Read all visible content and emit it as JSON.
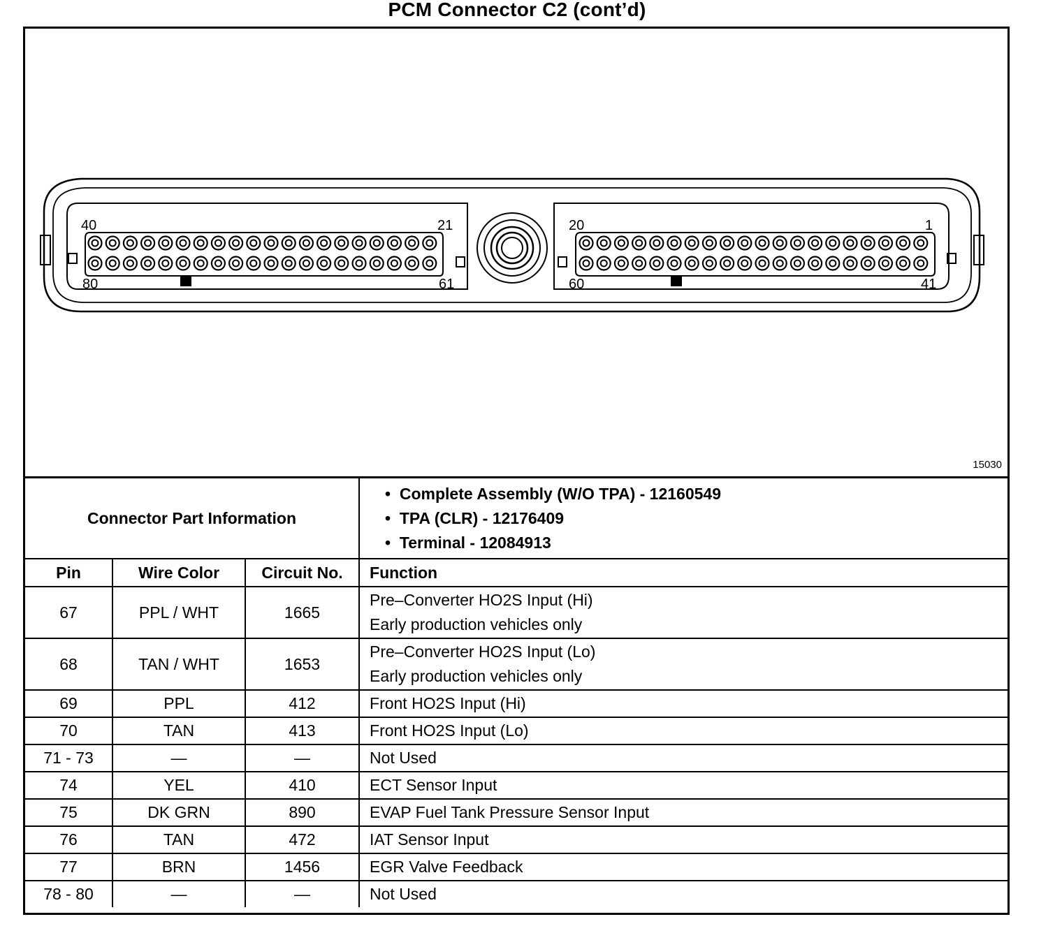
{
  "title": "PCM Connector C2  (cont’d)",
  "figure_number": "15030",
  "connector_labels": {
    "left_top_left": "40",
    "left_top_right": "21",
    "left_bottom_left": "80",
    "left_bottom_right": "61",
    "right_top_left": "20",
    "right_top_right": "1",
    "right_bottom_left": "60",
    "right_bottom_right": "41"
  },
  "part_info": {
    "label": "Connector Part Information",
    "items": [
      "Complete Assembly (W/O TPA) - 12160549",
      "TPA (CLR) - 12176409",
      "Terminal - 12084913"
    ]
  },
  "table": {
    "headers": [
      "Pin",
      "Wire Color",
      "Circuit No.",
      "Function"
    ],
    "rows": [
      {
        "pin": "67",
        "color": "PPL / WHT",
        "circuit": "1665",
        "function": [
          "Pre–Converter HO2S Input (Hi)",
          "Early production vehicles only"
        ]
      },
      {
        "pin": "68",
        "color": "TAN / WHT",
        "circuit": "1653",
        "function": [
          "Pre–Converter HO2S Input (Lo)",
          "Early production vehicles only"
        ]
      },
      {
        "pin": "69",
        "color": "PPL",
        "circuit": "412",
        "function": [
          "Front HO2S Input (Hi)"
        ]
      },
      {
        "pin": "70",
        "color": "TAN",
        "circuit": "413",
        "function": [
          "Front HO2S Input (Lo)"
        ]
      },
      {
        "pin": "71 - 73",
        "color": "—",
        "circuit": "—",
        "function": [
          "Not Used"
        ]
      },
      {
        "pin": "74",
        "color": "YEL",
        "circuit": "410",
        "function": [
          "ECT Sensor Input"
        ]
      },
      {
        "pin": "75",
        "color": "DK GRN",
        "circuit": "890",
        "function": [
          "EVAP Fuel Tank Pressure Sensor Input"
        ]
      },
      {
        "pin": "76",
        "color": "TAN",
        "circuit": "472",
        "function": [
          "IAT Sensor Input"
        ]
      },
      {
        "pin": "77",
        "color": "BRN",
        "circuit": "1456",
        "function": [
          "EGR Valve Feedback"
        ]
      },
      {
        "pin": "78 - 80",
        "color": "—",
        "circuit": "—",
        "function": [
          "Not Used"
        ]
      }
    ]
  }
}
